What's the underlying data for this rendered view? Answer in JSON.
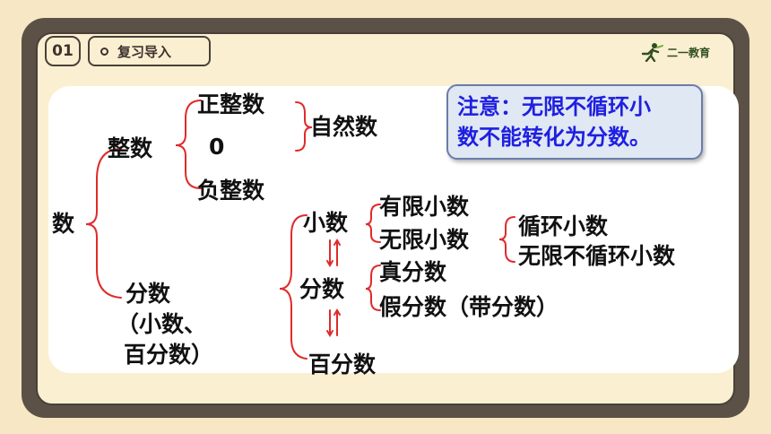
{
  "header": {
    "section_number": "01",
    "section_title": "复习导入",
    "logo_text": "二一教育"
  },
  "note": {
    "line1": "注意：无限不循环小",
    "line2": "数不能转化为分数。"
  },
  "tree": {
    "root": "数",
    "integer": "整数",
    "positive_integer": "正整数",
    "zero": "0",
    "negative_integer": "负整数",
    "natural_number": "自然数",
    "fraction": "分数",
    "fraction_note_line1": "（小数、",
    "fraction_note_line2": "百分数）",
    "decimal": "小数",
    "fraction_mid": "分数",
    "percentage": "百分数",
    "finite_decimal": "有限小数",
    "infinite_decimal": "无限小数",
    "repeating_decimal": "循环小数",
    "non_repeating_decimal": "无限不循环小数",
    "proper_fraction": "真分数",
    "improper_fraction": "假分数（带分数）"
  },
  "colors": {
    "bracket": "#e02a2a",
    "note_text": "#1f1fe0",
    "frame": "#5c5147"
  }
}
